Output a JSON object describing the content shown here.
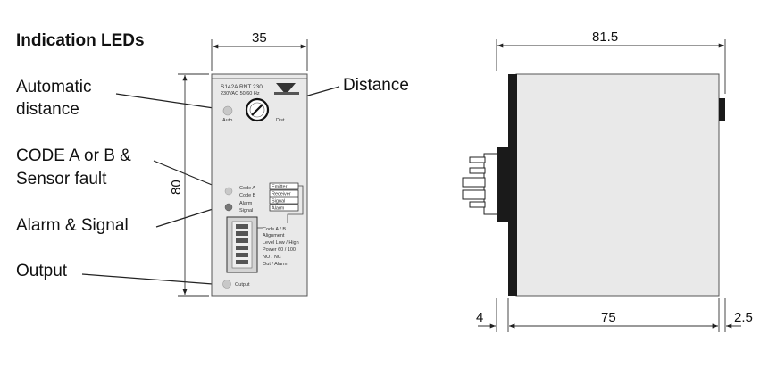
{
  "title": "Indication LEDs",
  "callouts": {
    "automatic_distance_line1": "Automatic",
    "automatic_distance_line2": "distance",
    "distance": "Distance",
    "code_line1": "CODE A or B &",
    "code_line2": "Sensor fault",
    "alarm_signal": "Alarm & Signal",
    "output": "Output"
  },
  "front_panel": {
    "model_line1": "S142A RNT 230",
    "model_line2": "230VAC 50/60 Hz",
    "auto_label": "Auto",
    "dist_label": "Dist.",
    "led_labels": [
      "Code A",
      "Code B",
      "Alarm",
      "Signal"
    ],
    "tag_labels": [
      "Emitter",
      "Receiver",
      "Signal",
      "Alarm"
    ],
    "switch_labels": [
      "Code A / B",
      "Alignment",
      "Level Low / High",
      "Power 60 / 100",
      "NO / NC",
      "Out / Alarm"
    ],
    "output_label": "Output"
  },
  "dimensions": {
    "front_width": "35",
    "front_height": "80",
    "side_width": "81.5",
    "side_body": "75",
    "side_left": "4",
    "side_right": "2.5"
  },
  "colors": {
    "housing": "#e9e9e9",
    "ink": "#111111",
    "dark_part": "#1a1a1a",
    "led": "#c8c8c8"
  }
}
